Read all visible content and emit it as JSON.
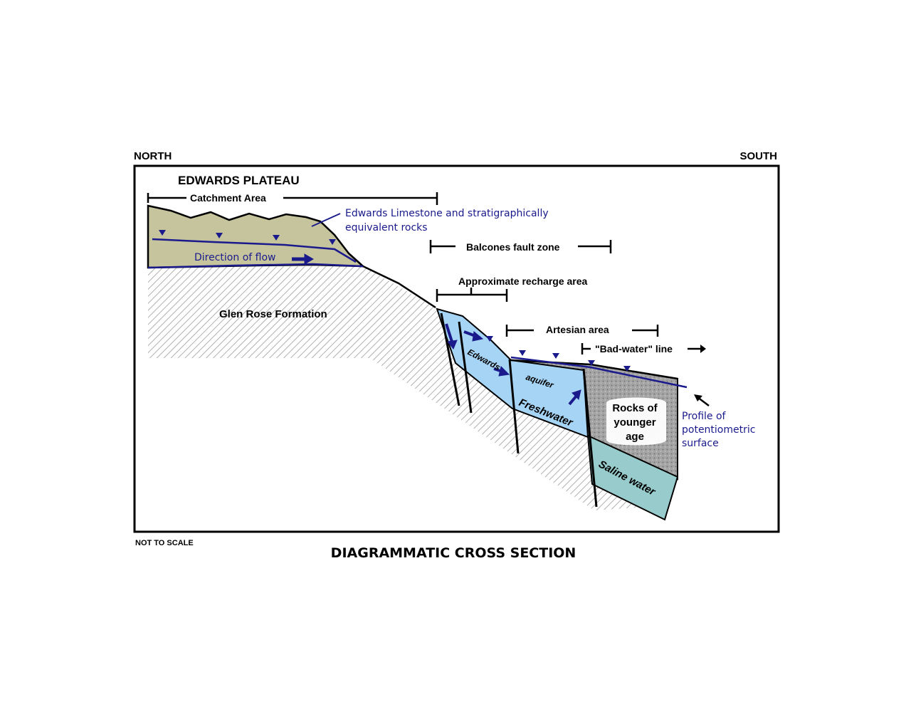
{
  "header": {
    "north": "NORTH",
    "south": "SOUTH"
  },
  "labels": {
    "plateau": "EDWARDS PLATEAU",
    "catchment": "Catchment Area",
    "edwards_limestone_1": "Edwards Limestone and stratigraphically",
    "edwards_limestone_2": "equivalent rocks",
    "direction_of_flow": "Direction of flow",
    "balcones": "Balcones fault zone",
    "recharge": "Approximate recharge area",
    "glen_rose": "Glen Rose Formation",
    "artesian": "Artesian area",
    "bad_water": "\"Bad-water\" line",
    "edwards": "Edwards",
    "aquifer": "aquifer",
    "freshwater": "Freshwater",
    "rocks_1": "Rocks of",
    "rocks_2": "younger",
    "rocks_3": "age",
    "saline": "Saline water",
    "profile_1": "Profile of",
    "profile_2": "potentiometric",
    "profile_3": "surface"
  },
  "footer": {
    "not_to_scale": "NOT TO SCALE",
    "title": "DIAGRAMMATIC CROSS SECTION"
  },
  "colors": {
    "limestone": "#c6c49c",
    "freshwater": "#a6d4f4",
    "saline": "#98cccc",
    "younger_rocks": "#a8a8a8",
    "water_line": "#1a1a8c"
  }
}
